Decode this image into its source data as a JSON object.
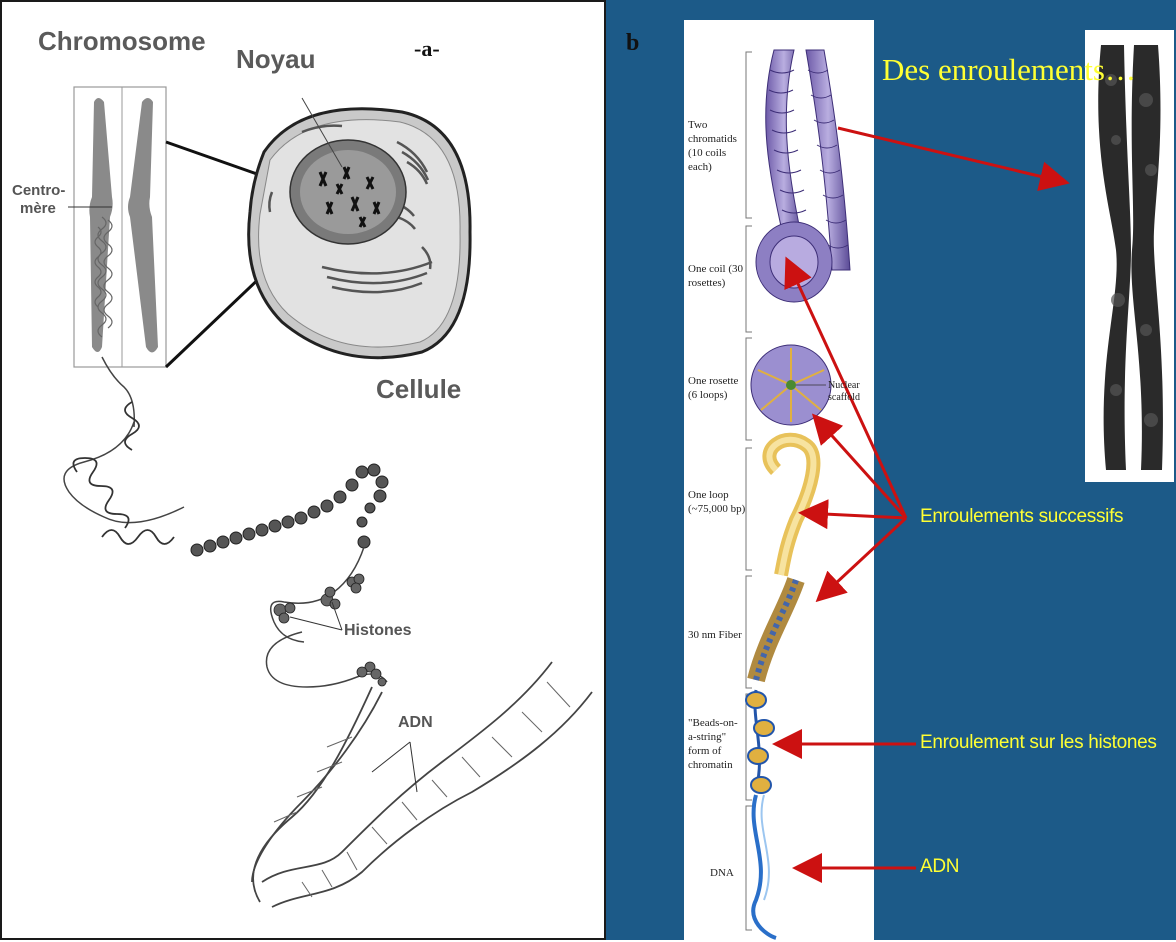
{
  "panel_a": {
    "tag": "-a-",
    "labels": {
      "chromosome": "Chromosome",
      "noyau": "Noyau",
      "centromere_1": "Centro-",
      "centromere_2": "mère",
      "cellule": "Cellule",
      "histones": "Histones",
      "adn": "ADN"
    }
  },
  "panel_b": {
    "tag": "b",
    "title": "Des enroulements…",
    "levels": [
      {
        "label": "Two chromatids (10 coils each)"
      },
      {
        "label": "One coil (30 rosettes)"
      },
      {
        "label": "One rosette (6 loops)"
      },
      {
        "label": "One loop (~75,000 bp)"
      },
      {
        "label": "30 nm Fiber"
      },
      {
        "label": "\"Beads-on-a-string\" form of chromatin"
      },
      {
        "label": "DNA"
      }
    ],
    "scaffold_label": "Nuclear scaffold",
    "annotations": {
      "successive": "Enroulements successifs",
      "histones": "Enroulement sur les histones",
      "adn": "ADN"
    }
  },
  "colors": {
    "panel_b_bg": "#1c5a88",
    "arrow": "#cc1111",
    "annotation_text": "#ffff33"
  }
}
